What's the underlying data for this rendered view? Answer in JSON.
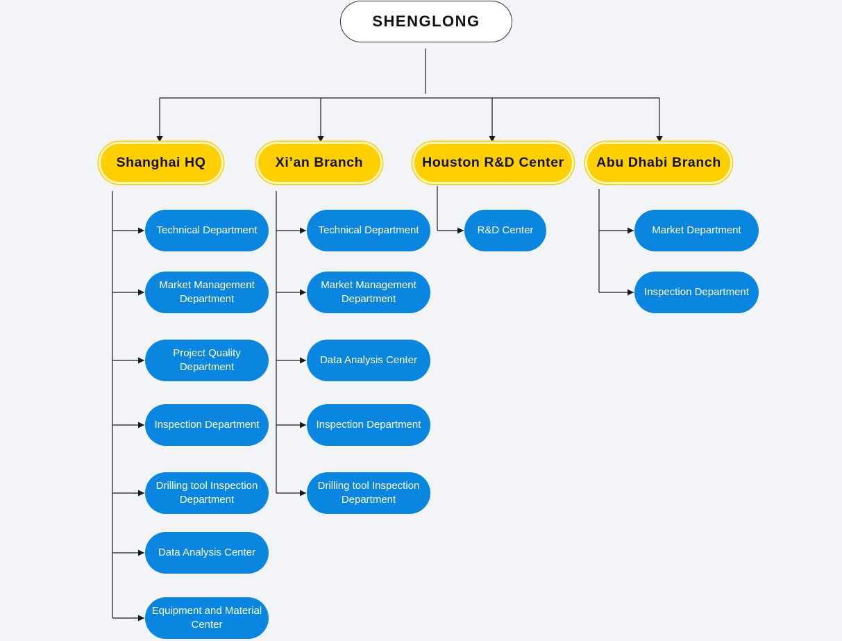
{
  "colors": {
    "background": "#f2f4f7",
    "root_fill": "#ffffff",
    "branch_fill": "#ffd000",
    "department_fill": "#0b86e0",
    "connector": "#1a1a1a"
  },
  "root": {
    "label": "SHENGLONG"
  },
  "branches": [
    {
      "label": "Shanghai HQ",
      "departments": [
        "Technical Department",
        "Market Management Department",
        "Project Quality Department",
        "Inspection Department",
        "Drilling tool Inspection Department",
        "Data Analysis Center",
        "Equipment and Material Center"
      ]
    },
    {
      "label": "Xi’an Branch",
      "departments": [
        "Technical Department",
        "Market Management Department",
        "Data Analysis Center",
        "Inspection Department",
        "Drilling tool Inspection Department"
      ]
    },
    {
      "label": "Houston R&D Center",
      "departments": [
        "R&D Center"
      ]
    },
    {
      "label": "Abu Dhabi Branch",
      "departments": [
        "Market Department",
        "Inspection Department"
      ]
    }
  ]
}
